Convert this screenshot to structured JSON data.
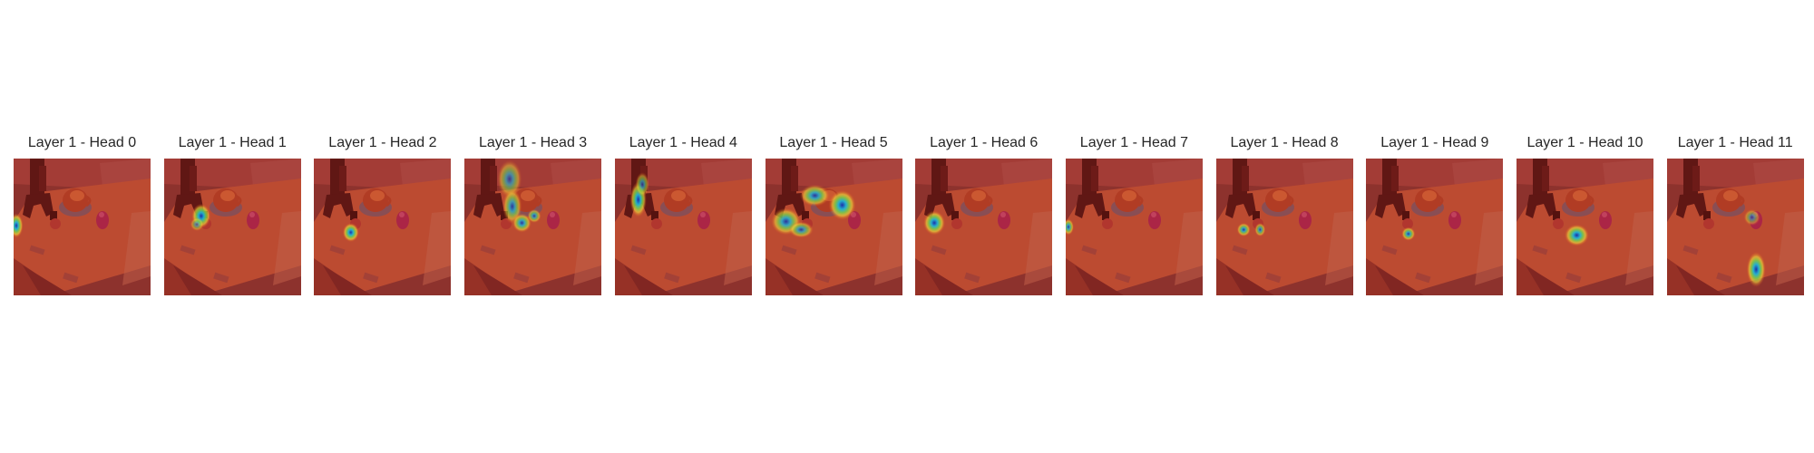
{
  "panels": [
    {
      "title": "Layer 1 - Head 0",
      "blobs": [
        [
          0.02,
          0.49,
          0.05,
          0.09,
          1.0
        ]
      ]
    },
    {
      "title": "Layer 1 - Head 1",
      "blobs": [
        [
          0.27,
          0.42,
          0.07,
          0.09,
          1.0
        ],
        [
          0.24,
          0.48,
          0.05,
          0.05,
          0.6
        ]
      ]
    },
    {
      "title": "Layer 1 - Head 2",
      "blobs": [
        [
          0.27,
          0.54,
          0.06,
          0.07,
          1.0
        ]
      ]
    },
    {
      "title": "Layer 1 - Head 3",
      "blobs": [
        [
          0.33,
          0.15,
          0.09,
          0.14,
          0.7
        ],
        [
          0.35,
          0.35,
          0.07,
          0.13,
          0.8
        ],
        [
          0.42,
          0.47,
          0.07,
          0.07,
          0.9
        ],
        [
          0.51,
          0.42,
          0.05,
          0.05,
          0.8
        ]
      ]
    },
    {
      "title": "Layer 1 - Head 4",
      "blobs": [
        [
          0.17,
          0.3,
          0.06,
          0.13,
          1.0
        ],
        [
          0.2,
          0.19,
          0.05,
          0.09,
          0.7
        ]
      ]
    },
    {
      "title": "Layer 1 - Head 5",
      "blobs": [
        [
          0.36,
          0.27,
          0.11,
          0.08,
          0.9
        ],
        [
          0.56,
          0.34,
          0.1,
          0.11,
          1.0
        ],
        [
          0.15,
          0.46,
          0.11,
          0.1,
          0.9
        ],
        [
          0.26,
          0.52,
          0.09,
          0.06,
          0.8
        ]
      ]
    },
    {
      "title": "Layer 1 - Head 6",
      "blobs": [
        [
          0.14,
          0.47,
          0.08,
          0.09,
          1.0
        ]
      ]
    },
    {
      "title": "Layer 1 - Head 7",
      "blobs": [
        [
          0.02,
          0.5,
          0.04,
          0.06,
          0.9
        ]
      ]
    },
    {
      "title": "Layer 1 - Head 8",
      "blobs": [
        [
          0.2,
          0.52,
          0.05,
          0.05,
          0.9
        ],
        [
          0.32,
          0.52,
          0.04,
          0.05,
          0.8
        ]
      ]
    },
    {
      "title": "Layer 1 - Head 9",
      "blobs": [
        [
          0.31,
          0.55,
          0.05,
          0.05,
          0.9
        ]
      ]
    },
    {
      "title": "Layer 1 - Head 10",
      "blobs": [
        [
          0.44,
          0.56,
          0.09,
          0.08,
          1.0
        ]
      ]
    },
    {
      "title": "Layer 1 - Head 11",
      "blobs": [
        [
          0.65,
          0.81,
          0.07,
          0.13,
          1.0
        ],
        [
          0.62,
          0.43,
          0.06,
          0.06,
          0.6
        ]
      ]
    }
  ],
  "colors": {
    "overlay_red": "#b21e16",
    "wall": "#7c3b38",
    "table_top": "#c1603f",
    "table_front": "#8a3a2e",
    "cabinet": "#7a3331",
    "robot_arm": "#3a1414",
    "mug": "#b24a2b",
    "bottle_pink": "#a8295e",
    "plate_blue": "#5d6784"
  }
}
